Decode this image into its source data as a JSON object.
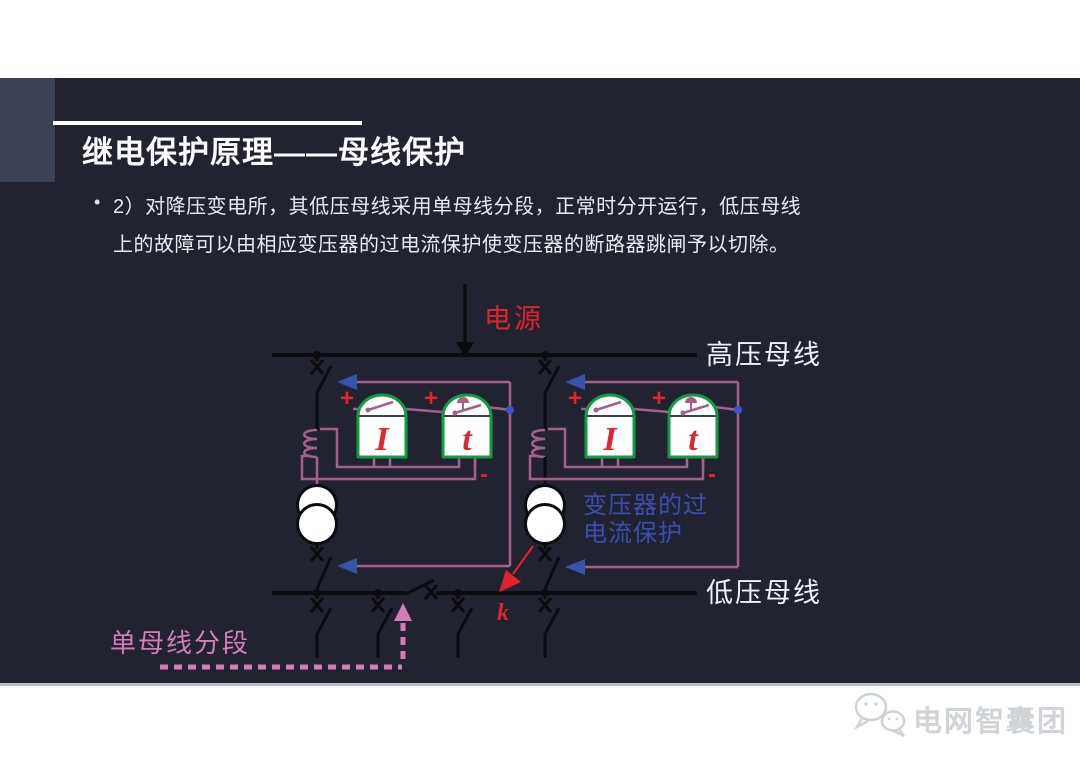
{
  "slide": {
    "title": "继电保护原理——母线保护",
    "bullet_marker": "•",
    "body_line1": "2）对降压变电所，其低压母线采用单母线分段，正常时分开运行，低压母线",
    "body_line2": "上的故障可以由相应变压器的过电流保护使变压器的断路器跳闸予以切除。",
    "colors": {
      "background": "#212430",
      "accent_block": "#3a4253",
      "title_text": "#fafbfd",
      "body_text": "#e9ebef"
    }
  },
  "diagram": {
    "labels": {
      "source": "电源",
      "hv_bus": "高压母线",
      "lv_bus": "低压母线",
      "transformer_protection_line1": "变压器的过",
      "transformer_protection_line2": "电流保护",
      "single_bus_segment": "单母线分段",
      "fault_point": "k",
      "relay_current": "I",
      "relay_time": "t",
      "plus": "+",
      "minus": "-"
    },
    "colors": {
      "circuit_line": "#0b0c10",
      "secondary_wire": "#a3608f",
      "relay_outline": "#129b45",
      "relay_fill": "#ffffff",
      "red": "#e0232e",
      "trip_arrow_blue": "#3854a6",
      "junction_dot_blue": "#3b55c8",
      "protection_text_blue": "#3c4db2",
      "section_pink": "#d27cba",
      "bus_label_white": "#eef1f5"
    }
  },
  "watermark": {
    "brand": "电网智囊团",
    "icon": "wechat-logo-icon",
    "color": "#d0d4d9"
  }
}
